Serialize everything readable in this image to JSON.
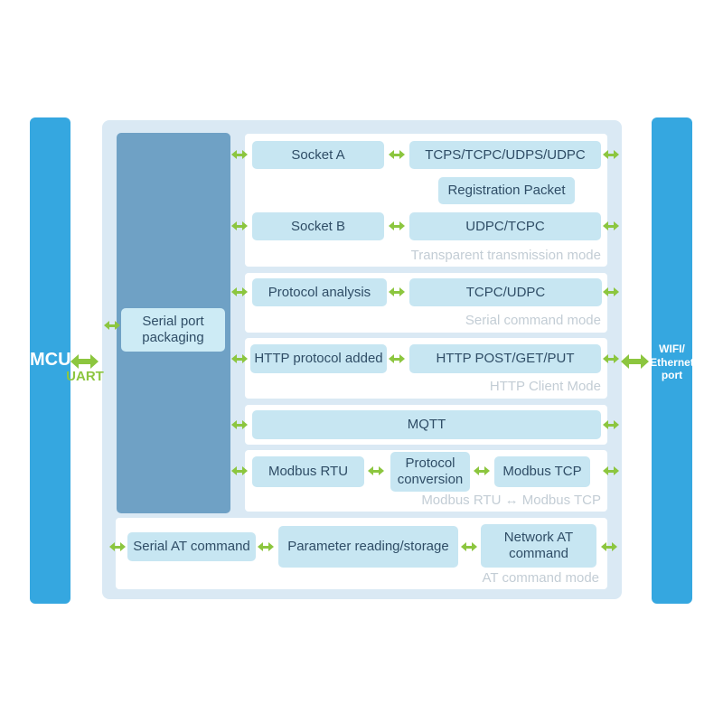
{
  "colors": {
    "bright_blue": "#35A7E0",
    "panel_blue": "#DAE9F4",
    "column_blue": "#6FA1C5",
    "box_cyan": "#C7E6F2",
    "packaging_cyan": "#CDEBF5",
    "arrow_green": "#8CC63F",
    "text_navy": "#2F4D66",
    "caption_gray": "#C3CDD5",
    "section_white": "#FFFFFF"
  },
  "endpoints": {
    "mcu_label": "MCU",
    "uart_label": "UART",
    "wifi_lines": [
      "WIFI/",
      "Ethernet",
      "port"
    ]
  },
  "serial_column": {
    "packaging_label": "Serial port packaging"
  },
  "boxes": {
    "socket_a": "Socket A",
    "tcps_tcpc_udps_udpc": "TCPS/TCPC/UDPS/UDPC",
    "registration_packet": "Registration Packet",
    "socket_b": "Socket B",
    "udpc_tcpc": "UDPC/TCPC",
    "protocol_analysis": "Protocol analysis",
    "tcpc_udpc": "TCPC/UDPC",
    "http_protocol_added": "HTTP protocol added",
    "http_post_get_put": "HTTP POST/GET/PUT",
    "mqtt": "MQTT",
    "modbus_rtu": "Modbus RTU",
    "protocol_conversion": "Protocol conversion",
    "modbus_tcp": "Modbus TCP",
    "serial_at_command": "Serial AT command",
    "parameter_reading_storage": "Parameter reading/storage",
    "network_at_command": "Network AT command"
  },
  "captions": {
    "transparent": "Transparent transmission mode",
    "serial_cmd": "Serial command mode",
    "http_client": "HTTP Client Mode",
    "modbus": "Modbus RTU ↔ Modbus TCP",
    "at_mode": "AT command mode"
  }
}
